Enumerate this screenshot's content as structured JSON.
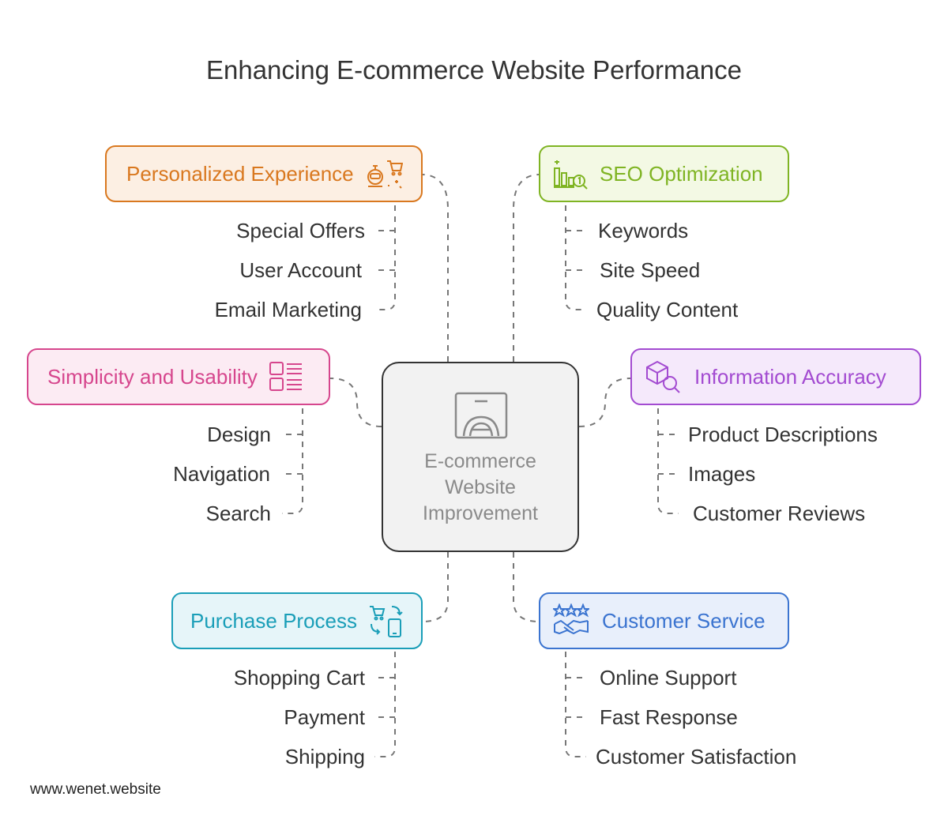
{
  "title": "Enhancing E-commerce Website Performance",
  "center": {
    "lines": [
      "E-commerce",
      "Website",
      "Improvement"
    ],
    "icon": "monitor-icon"
  },
  "colors": {
    "orange": "#d9781f",
    "green": "#7fb423",
    "pink": "#d6468d",
    "purple": "#a34bd1",
    "teal": "#1a9eb8",
    "blue": "#3b74d0",
    "connector": "#777777"
  },
  "branches": {
    "personalized": {
      "label": "Personalized Experience",
      "icon": "robot-shopping-cart-icon",
      "items": [
        "Special Offers",
        "User Account",
        "Email Marketing"
      ]
    },
    "seo": {
      "label": "SEO Optimization",
      "icon": "ranking-magnifier-icon",
      "items": [
        "Keywords",
        "Site Speed",
        "Quality Content"
      ]
    },
    "simplicity": {
      "label": "Simplicity and Usability",
      "icon": "list-layout-icon",
      "items": [
        "Design",
        "Navigation",
        "Search"
      ]
    },
    "information": {
      "label": "Information Accuracy",
      "icon": "box-magnifier-icon",
      "items": [
        "Product Descriptions",
        "Images",
        "Customer Reviews"
      ]
    },
    "purchase": {
      "label": "Purchase Process",
      "icon": "cart-phone-icon",
      "items": [
        "Shopping Cart",
        "Payment",
        "Shipping"
      ]
    },
    "service": {
      "label": "Customer Service",
      "icon": "handshake-stars-icon",
      "items": [
        "Online Support",
        "Fast Response",
        "Customer Satisfaction"
      ]
    }
  },
  "footer": "www.wenet.website"
}
